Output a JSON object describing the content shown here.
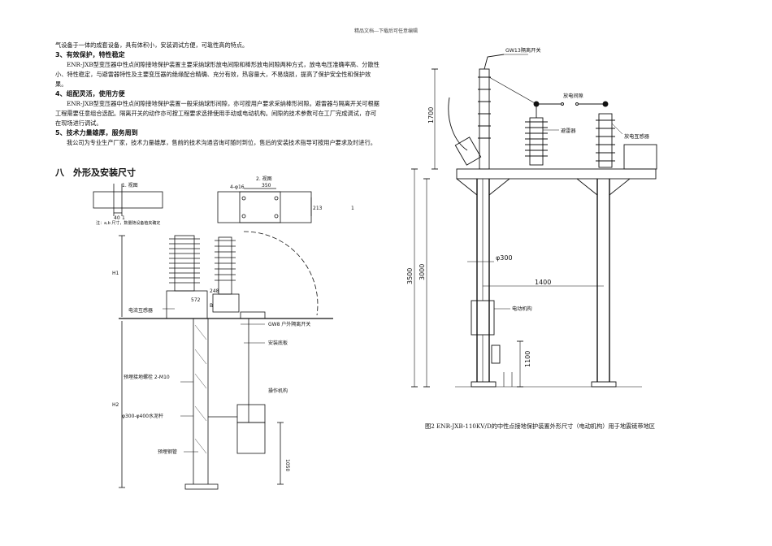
{
  "header": "精品文档---下载后可任意编辑",
  "para_top": "气设备于一体的成套设备，具有体积小，安装调试方便，可靠性高的特点。",
  "s3": {
    "heading": "3、有效保护，特性稳定",
    "body": "ENR-JXB型变压器中性点间隙接地保护装置主要采纳球形放电间隙和棒形放电间隙两种方式，放电电压准确率高、分散性小、特性稳定，与避雷器特性及主要变压器的绝缘配合精确、充分有效，热容量大，不易烧损，提高了保护安全性和保护效果。"
  },
  "s4": {
    "heading": "4、组配灵活，使用方便",
    "body": "ENR-JXB型变压器中性点间隙接地保护装置一般采纳球形间隙，亦可按用户要求采纳棒形间隙。避雷器与隔离开关可根据工程需要任意组合选配。隔离开关的动作亦可按工程要求选择使用手动或电动机构。间隙的技术参数可在工厂完成调试，亦可在现场进行调试。"
  },
  "s5": {
    "heading": "5、技术力量雄厚，服务周到",
    "body": "我公司为专业生产厂家，技术力量雄厚，售前的技术沟通咨询可随时到位，售后的安装技术指导可按用户要求及时进行。"
  },
  "section8": "八　外形及安装尺寸",
  "left_drawing": {
    "view1": "1. 视图",
    "view2": "2. 视图",
    "dim_4phi16": "4-φ16",
    "dim_350": "350",
    "dim_40": "40",
    "dim_1": "1",
    "dim_213": "213",
    "note": "注：a,b 尺寸，数量随设备植夹确定",
    "H1": "H1",
    "H2": "H2",
    "ct": "电流互感器",
    "d572": "572",
    "d248": "248",
    "B": "B",
    "gw8": "GW8 户外隔离开关",
    "base": "安装底板",
    "bolt": "预埋接地螺栓 2-M10",
    "pole": "φ300-φ400水泥杆",
    "op": "操作机构",
    "pipe": "预埋钢管",
    "d1050": "1050",
    "tick": "1"
  },
  "right_drawing": {
    "gw13": "GW13隔离开关",
    "gap": "放电间隙",
    "arrester": "避雷器",
    "ct": "放电互感器",
    "d1700": "1700",
    "d3500": "3500",
    "d3000": "3000",
    "phi300": "φ300",
    "d1400": "1400",
    "motor": "电动机构",
    "d1100": "1100"
  },
  "caption": "图2 ENR-JXB-110KV/D的中性点接地保护装置外形尺寸（电动机构）用于地震链带地区"
}
